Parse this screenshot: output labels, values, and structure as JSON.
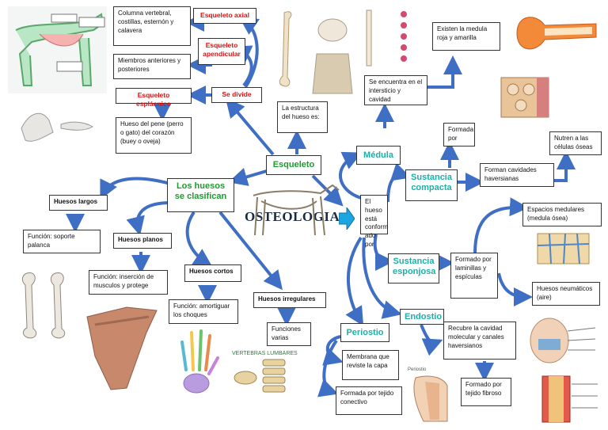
{
  "title": "OSTEOLOGIA",
  "left": {
    "columna": "Columna vertebral, costillas, esternón y calavera",
    "esq_axial": "Esqueleto axial",
    "esq_apendicular": "Esqueleto apendicular",
    "miembros": "Miembros anteriores y posteriores",
    "esq_esplacnico": "Esqueleto esplácnico",
    "se_divide": "Se divide",
    "hueso_pene": "Hueso del pene (perro o gato) del corazón (buey o oveja)",
    "estructura": "La estructura del hueso es:",
    "esqueleto": "Esqueleto",
    "clasifican": "Los huesos se clasifican",
    "largos": "Huesos largos",
    "funcion_soporte": "Función: soporte palanca",
    "planos": "Huesos planos",
    "funcion_insercion": "Función: inserción de musculos y protege",
    "cortos": "Huesos cortos",
    "funcion_amortiguar": "Función: amortiguar los choques",
    "irregulares": "Huesos irregulares",
    "funciones_varias": "Funciones varias",
    "vertebras_label": "VERTEBRAS LUMBARES"
  },
  "right": {
    "medula": "Médula",
    "medula_roja": "Existen la medula roja y amarilla",
    "intersticio": "Se encuentra en el intersticio y cavidad",
    "el_hueso": "El hueso está conform ado por",
    "formada_por": "Formada por",
    "nutren": "Nutren a las células óseas",
    "compacta": "Sustancia compacta",
    "forman_cavidades": "Forman cavidades haversianas",
    "espacios": "Espacios medulares (medula ósea)",
    "esponjosa": "Sustancia esponjosa",
    "laminillas": "Formado por laminillas y espículas",
    "neumaticos": "Huesos neumáticos (aire)",
    "endostio": "Endostio",
    "recubre": "Recubre la cavidad molecular y canales haversianos",
    "periostio": "Periostio",
    "membrana": "Membrana que reviste la capa",
    "tejido_conectivo": "Formada por tejido conectivo",
    "tejido_fibroso": "Formado por tejido fibroso",
    "periostio_img_label": "Periostio"
  },
  "colors": {
    "arrow": "#3f6fc4",
    "green": "#1f9a2e",
    "cyan": "#1bb0a8",
    "red": "#e01010"
  }
}
